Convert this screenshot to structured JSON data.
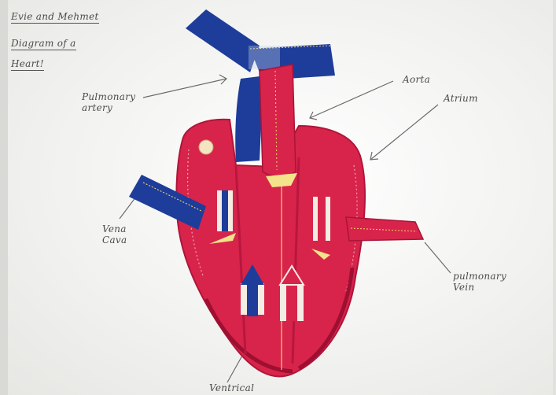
{
  "title": {
    "line1": "Evie and Mehmet",
    "line2": "Diagram of a",
    "line3": "Heart!"
  },
  "labels": {
    "pulmonary_artery": "Pulmonary artery",
    "aorta": "Aorta",
    "atrium": "Atrium",
    "vena_cava": "Vena Cava",
    "pulmonary_vein": "pulmonary Vein",
    "ventrical": "Ventrical"
  },
  "colors": {
    "heart_red": "#d8244a",
    "vessel_blue": "#1e3d9a",
    "background": "#f4f4f2"
  }
}
